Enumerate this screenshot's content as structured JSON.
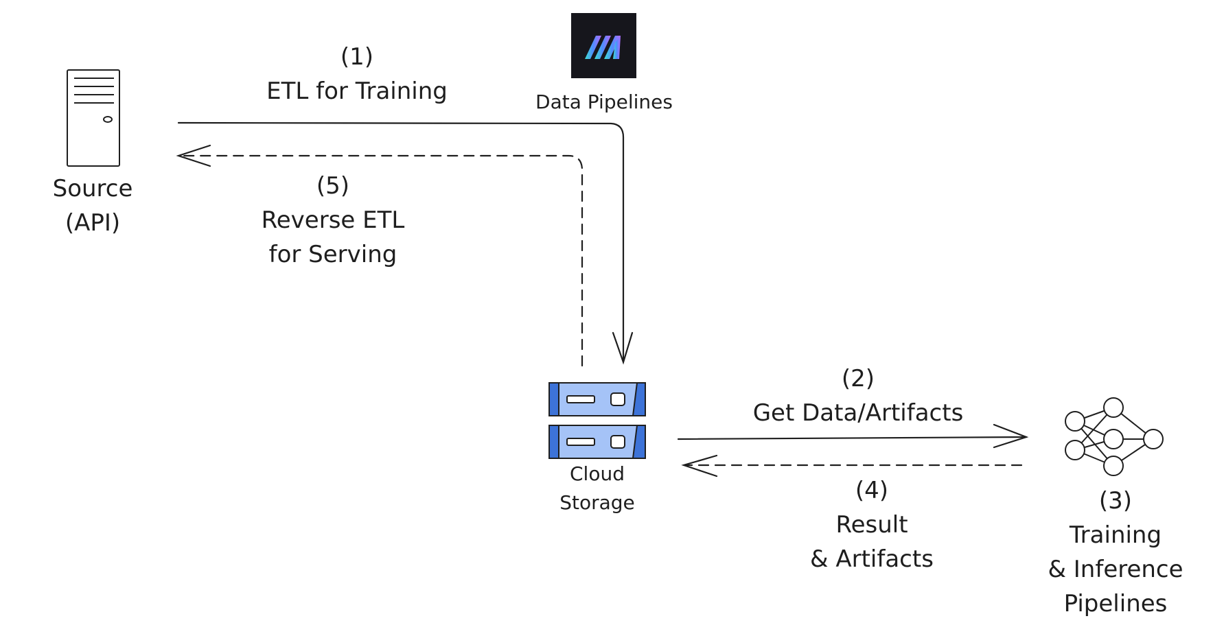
{
  "nodes": {
    "source": {
      "lines": [
        "Source",
        "(API)"
      ]
    },
    "data_pipelines": {
      "label": "Data Pipelines",
      "logo_letter": "M"
    },
    "cloud_storage": {
      "lines": [
        "Cloud",
        "Storage"
      ]
    },
    "training": {
      "lines": [
        "(3)",
        "Training",
        "& Inference",
        "Pipelines"
      ]
    }
  },
  "edges": {
    "etl_training": {
      "lines": [
        "(1)",
        "ETL for Training"
      ],
      "style": "solid"
    },
    "reverse_etl": {
      "lines": [
        "(5)",
        "Reverse ETL",
        "for Serving"
      ],
      "style": "dashed"
    },
    "get_data": {
      "lines": [
        "(2)",
        "Get Data/Artifacts"
      ],
      "style": "solid"
    },
    "result": {
      "lines": [
        "(4)",
        "Result",
        "& Artifacts"
      ],
      "style": "dashed"
    }
  },
  "colors": {
    "stroke": "#1e1e1e",
    "storage_fill": "#a5c3f7",
    "storage_dark": "#3d73d8",
    "logo_bg": "#16161c",
    "logo_gradient": [
      "#3ee0d0",
      "#4f8cff",
      "#b56bff"
    ]
  }
}
